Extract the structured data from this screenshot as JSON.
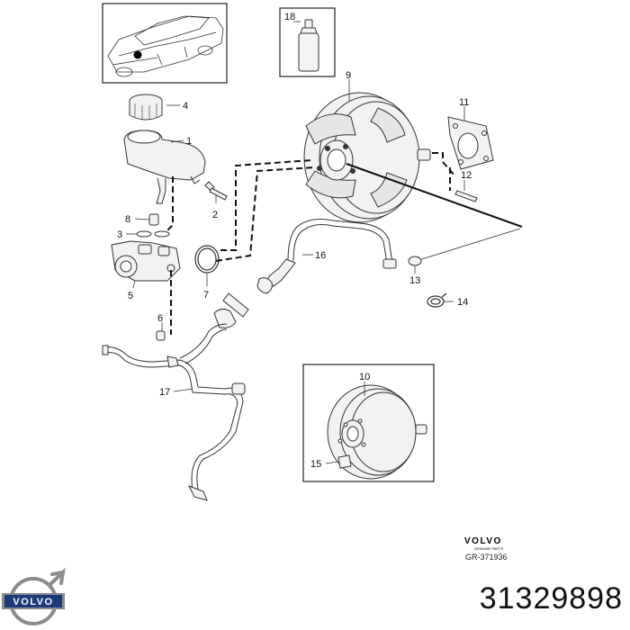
{
  "brand": {
    "logo_text": "VOLVO",
    "stamp_brand": "VOLVO",
    "stamp_sub": "GENUINE PARTS",
    "gr_code": "GR-371936",
    "part_number": "31329898",
    "accent_color": "#1a3a7a"
  },
  "callouts": [
    "1",
    "2",
    "3",
    "4",
    "5",
    "6",
    "7",
    "8",
    "9",
    "10",
    "11",
    "12",
    "13",
    "14",
    "15",
    "16",
    "17",
    "18"
  ]
}
